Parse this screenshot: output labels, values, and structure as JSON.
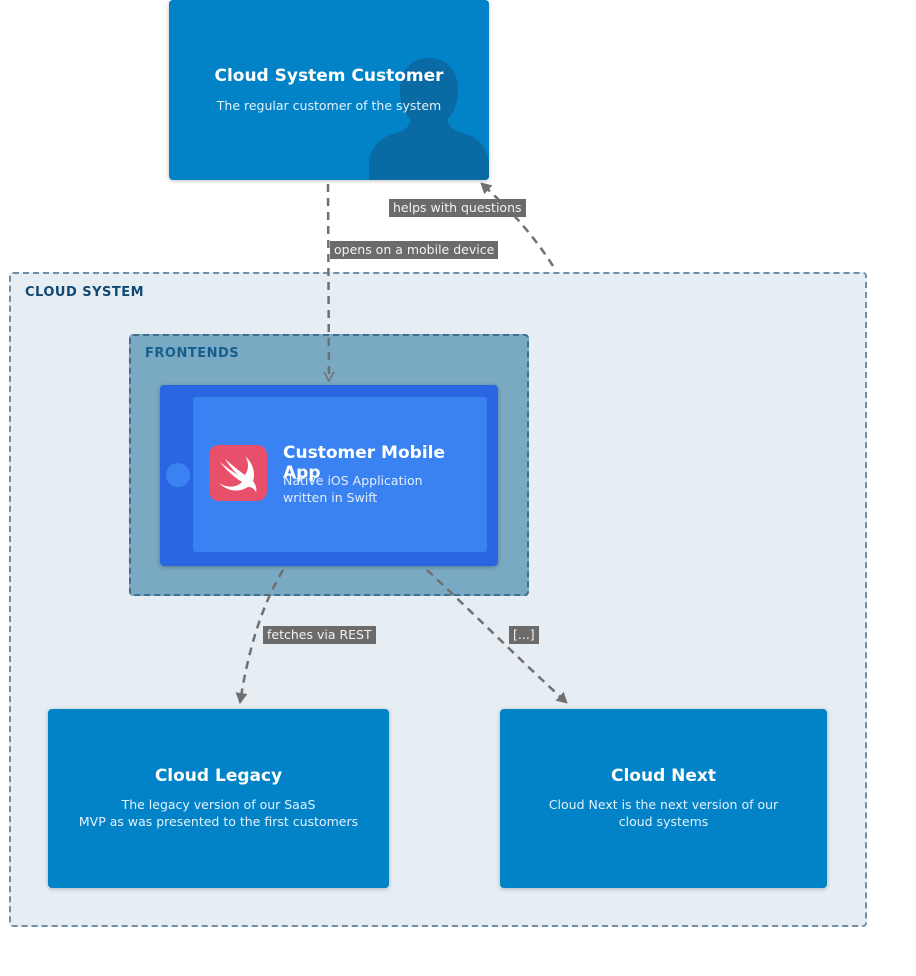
{
  "colors": {
    "box": "#0283c8",
    "cloud_system_bg": "#e6edf3",
    "frontends_bg": "#7aa9c3",
    "device": "#2a66e2",
    "device_screen": "#3a82f2",
    "swift_icon": "#e84f6a",
    "edge": "#707070",
    "edge_label_bg": "#6b6b6b"
  },
  "person": {
    "title": "Cloud System Customer",
    "description": "The regular customer of the system"
  },
  "boundaries": {
    "cloud_system": "CLOUD SYSTEM",
    "frontends": "FRONTENDS"
  },
  "mobile_app": {
    "title": "Customer Mobile App",
    "description_line1": "Native iOS Application",
    "description_line2": "written in Swift",
    "icon": "swift-icon"
  },
  "legacy": {
    "title": "Cloud Legacy",
    "description_line1": "The legacy version of our SaaS",
    "description_line2": "MVP as was presented to the first customers"
  },
  "next": {
    "title": "Cloud Next",
    "description_line1": "Cloud Next is the next version of our",
    "description_line2": "cloud systems"
  },
  "edges": {
    "opens": "opens on a mobile device",
    "helps": "helps with questions",
    "fetches": "fetches via REST",
    "other": "[...]"
  }
}
